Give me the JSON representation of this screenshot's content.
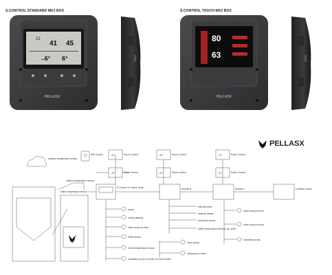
{
  "top": {
    "standard_title": "S.CONTROL STANDARD MK2 BOX",
    "touch_title": "S.CONTROL TOUCH MK2 BOX",
    "brand": "PELLASX",
    "standard_screen": {
      "value_a": "22",
      "value_b": "41",
      "value_c": "45"
    },
    "touch_screen": {
      "value_a": "80",
      "value_b": "63"
    }
  },
  "diagram": {
    "brand": "PELLASX",
    "weather_label": "weather temperature sensor",
    "cabinet_label": "cabinet temperature sensor",
    "boiler_label": "boiler temperature sensor",
    "wifi_label": "Wifi Control",
    "room_control": "Room Control",
    "room_value": "22°",
    "scontrol_label": "S.Control S.Control Touch",
    "module_b": "Module B",
    "module_c": "Module C",
    "lambda": "Lambda Control",
    "outputs_main": [
      "pump",
      "mixing heating",
      "mixer pump on stair",
      "HDW sensor",
      "return temperature sensor",
      "circulation pump on boiler re-return heater"
    ],
    "outputs_b": [
      "Internal boiler",
      "external heater",
      "fuel loads sensor",
      "buffer temperature sensors up, down"
    ],
    "outputs_b2": [
      "mixer pump",
      "heat pump on floor"
    ],
    "outputs_c": [
      "mixer pump on floor",
      "mixer pump on floor",
      "circulation pump"
    ]
  }
}
